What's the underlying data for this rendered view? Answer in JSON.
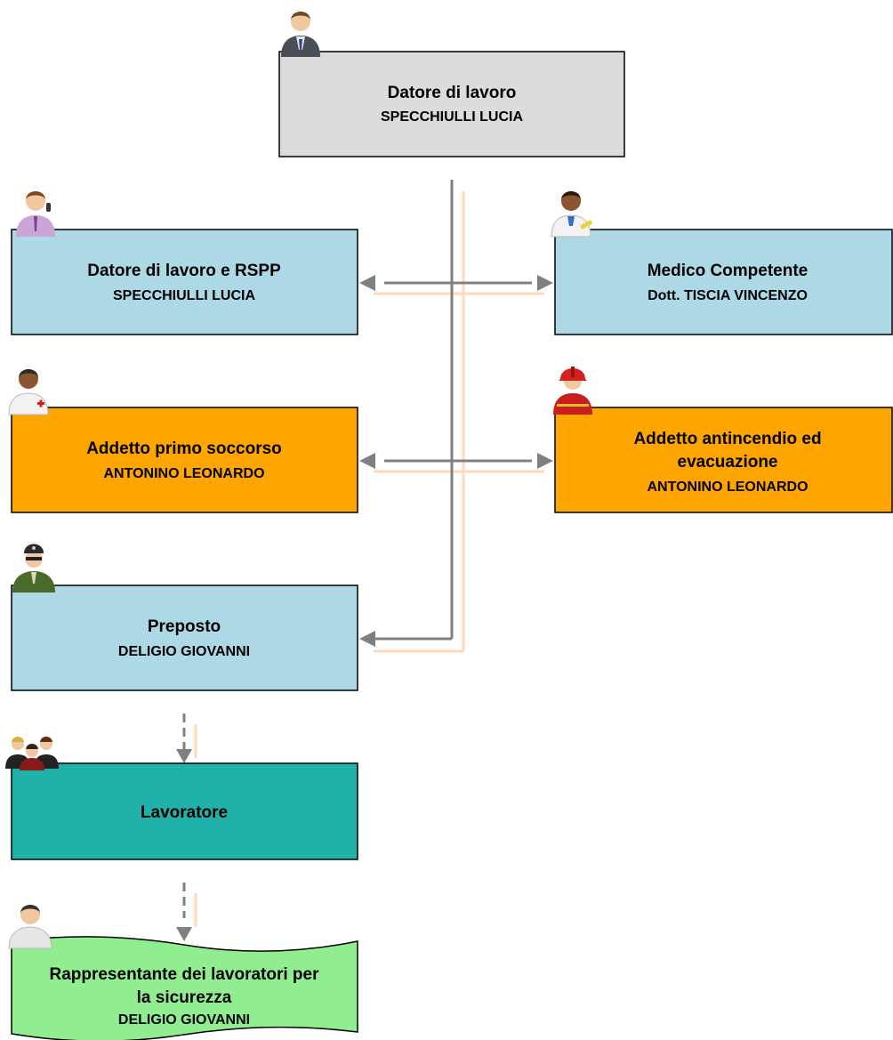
{
  "colors": {
    "blue": "#add8e6",
    "orange": "#ffa500",
    "grey": "#dcdcdc",
    "teal": "#20b2aa",
    "green": "#90ee90",
    "connector": "#808080",
    "connector_shadow": "#ffd9b8"
  },
  "nodes": {
    "datore_di_lavoro": {
      "title": "Datore di lavoro",
      "name": "SPECCHIULLI LUCIA",
      "icon": "businessman-icon"
    },
    "rspp": {
      "title": "Datore di lavoro e RSPP",
      "name": "SPECCHIULLI LUCIA",
      "icon": "office-worker-icon"
    },
    "medico": {
      "title": "Medico Competente",
      "name": "Dott. TISCIA VINCENZO",
      "icon": "doctor-icon"
    },
    "primo_soccorso": {
      "title": "Addetto primo soccorso",
      "name": "ANTONINO LEONARDO",
      "icon": "first-aid-icon"
    },
    "antincendio": {
      "title_line1": "Addetto antincendio ed",
      "title_line2": "evacuazione",
      "name": "ANTONINO LEONARDO",
      "icon": "firefighter-icon"
    },
    "preposto": {
      "title": "Preposto",
      "name": "DELIGIO GIOVANNI",
      "icon": "supervisor-icon"
    },
    "lavoratore": {
      "title": "Lavoratore",
      "icon": "workers-group-icon"
    },
    "rls": {
      "title_line1": "Rappresentante dei lavoratori per",
      "title_line2": "la sicurezza",
      "name": "DELIGIO GIOVANNI",
      "icon": "worker-representative-icon"
    }
  }
}
